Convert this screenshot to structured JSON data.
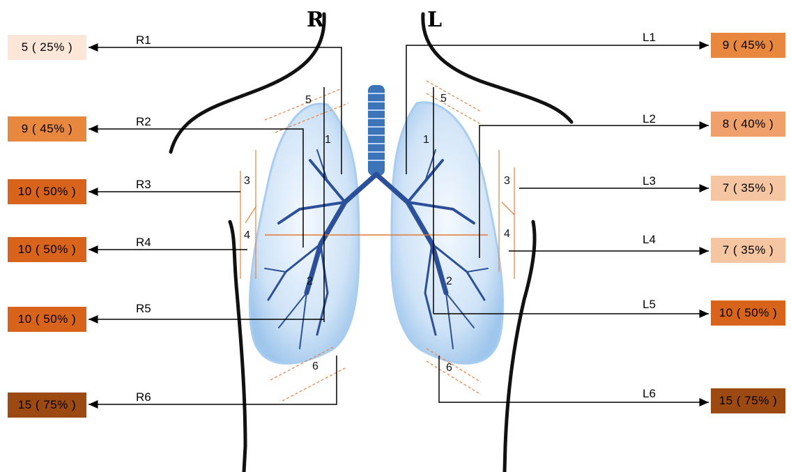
{
  "sides": {
    "right": "R",
    "left": "L"
  },
  "zones": {
    "right": [
      {
        "label": "R1",
        "value": "5 ( 25% )",
        "color": "#fbe6d8"
      },
      {
        "label": "R2",
        "value": "9 ( 45% )",
        "color": "#e8883e"
      },
      {
        "label": "R3",
        "value": "10 ( 50% )",
        "color": "#d8641c"
      },
      {
        "label": "R4",
        "value": "10 ( 50% )",
        "color": "#d8641c"
      },
      {
        "label": "R5",
        "value": "10 ( 50% )",
        "color": "#d8641c"
      },
      {
        "label": "R6",
        "value": "15 ( 75% )",
        "color": "#9c4a12"
      }
    ],
    "left": [
      {
        "label": "L1",
        "value": "9 ( 45% )",
        "color": "#e8883e"
      },
      {
        "label": "L2",
        "value": "8 ( 40% )",
        "color": "#f0a06a"
      },
      {
        "label": "L3",
        "value": "7 ( 35% )",
        "color": "#f6c6a2"
      },
      {
        "label": "L4",
        "value": "7 ( 35% )",
        "color": "#f6c6a2"
      },
      {
        "label": "L5",
        "value": "10 ( 50% )",
        "color": "#d8641c"
      },
      {
        "label": "L6",
        "value": "15 ( 75% )",
        "color": "#9c4a12"
      }
    ]
  },
  "line_numbers": [
    "1",
    "2",
    "3",
    "4",
    "5",
    "6",
    "1",
    "2",
    "3",
    "4",
    "5",
    "6"
  ]
}
